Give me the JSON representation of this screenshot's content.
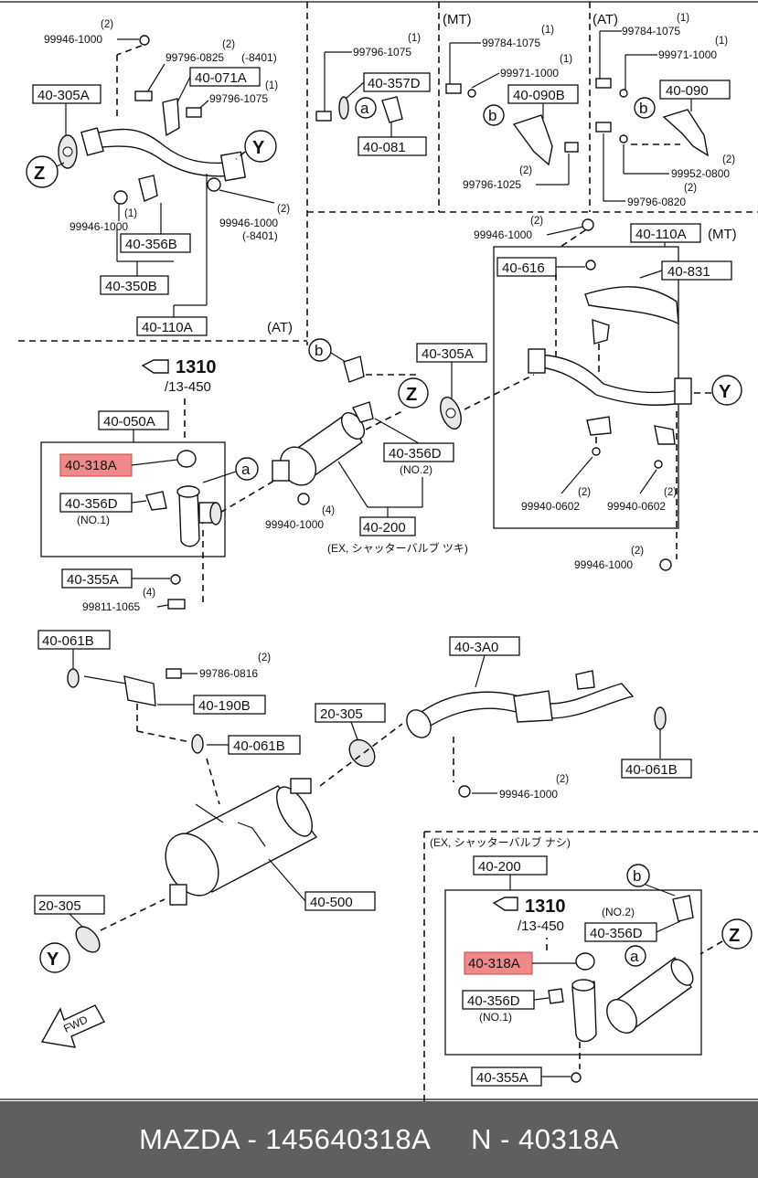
{
  "header_left_qty": "(2)",
  "boxes": {
    "b_40_305A_top": "40-305A",
    "b_40_071A": "40-071A",
    "b_40_356B": "40-356B",
    "b_40_350B": "40-350B",
    "b_40_110A_at": "40-110A",
    "b_40_357D": "40-357D",
    "b_40_081": "40-081",
    "b_40_090B": "40-090B",
    "b_40_090": "40-090",
    "b_40_110A_mt": "40-110A",
    "b_40_616": "40-616",
    "b_40_831": "40-831",
    "b_40_305A_mid": "40-305A",
    "b_40_356D_mid": "40-356D",
    "b_40_200_mid": "40-200",
    "b_40_050A": "40-050A",
    "b_40_318A_top": "40-318A",
    "b_40_356D_no1": "40-356D",
    "b_40_355A_top": "40-355A",
    "b_40_061B_a": "40-061B",
    "b_40_190B": "40-190B",
    "b_40_061B_b": "40-061B",
    "b_20_305_a": "20-305",
    "b_40_3A0": "40-3A0",
    "b_40_061B_c": "40-061B",
    "b_20_305_b": "20-305",
    "b_40_500": "40-500",
    "b_40_200_low": "40-200",
    "b_40_356D_low": "40-356D",
    "b_40_318A_low": "40-318A",
    "b_40_356D_low1": "40-356D",
    "b_40_355A_low": "40-355A"
  },
  "parts": {
    "p1": "99946-1000",
    "p2": "99796-0825",
    "p3": "99796-1075",
    "p4": "99946-1000",
    "p5": "99946-1000",
    "p6": "(-8401)",
    "p7": "(-8401)",
    "p8": "99796-1075",
    "p9": "99784-1075",
    "p10": "99971-1000",
    "p11": "99796-1025",
    "p12": "99784-1075",
    "p13": "99971-1000",
    "p14": "99952-0800",
    "p15": "99796-0820",
    "p16": "99946-1000",
    "p17": "99940-1000",
    "p18": "99940-0602",
    "p19": "99940-0602",
    "p20": "99946-1000",
    "p21": "99811-1065",
    "p22": "99786-0816",
    "p23": "99946-1000"
  },
  "qty": {
    "q2": "(2)",
    "q1": "(1)",
    "q4": "(4)"
  },
  "notes": {
    "mt": "(MT)",
    "at": "(AT)",
    "at_mid": "(AT)",
    "mt_right": "(MT)",
    "no2": "(NO.2)",
    "no1": "(NO.1)",
    "ex_tsuki": "(EX, シャッターバルブ ツキ)",
    "ex_nashi": "(EX, シャッターバルブ ナシ)",
    "ref_1310": "1310",
    "ref_13450": "/13-450",
    "fwd": "FWD"
  },
  "circles": {
    "a": "a",
    "b": "b",
    "y": "Y",
    "z": "Z"
  },
  "highlight_color": "#ef8a8a",
  "footer": {
    "text": "MAZDA - 145640318A     N - 40318A"
  }
}
